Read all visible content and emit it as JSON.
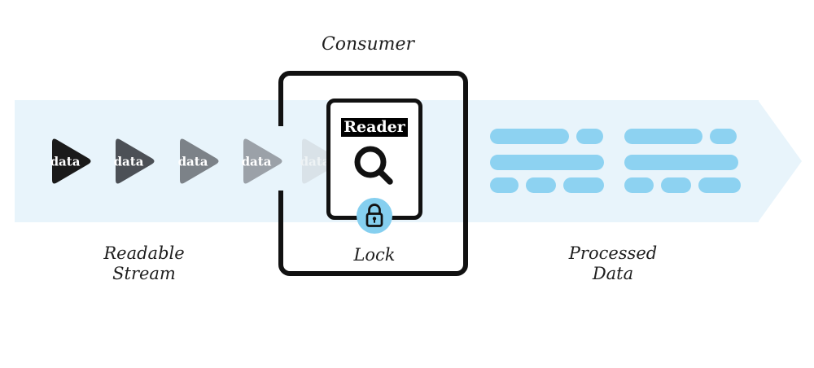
{
  "colors": {
    "band": "#e8f4fb",
    "pill": "#8dd2f1",
    "badge": "#85cfef",
    "ink": "#111111"
  },
  "labels": {
    "consumer": "Consumer",
    "readable_stream": [
      "Readable",
      "Stream"
    ],
    "lock": "Lock",
    "processed_data": [
      "Processed",
      "Data"
    ],
    "reader": "Reader"
  },
  "stream": {
    "items": [
      {
        "label": "data",
        "color": "#1a1a1a",
        "text_color": "#ffffff"
      },
      {
        "label": "data",
        "color": "#4c5056",
        "text_color": "#ffffff"
      },
      {
        "label": "data",
        "color": "#7c8288",
        "text_color": "#ffffff"
      },
      {
        "label": "data",
        "color": "#9ba1a8",
        "text_color": "#ffffff"
      },
      {
        "label": "data",
        "color": "#d9e2e8",
        "text_color": "#eef3f5"
      }
    ]
  },
  "processed": {
    "groups": [
      {
        "rows": [
          [
            97,
            33
          ],
          [
            140
          ],
          [
            35,
            37,
            50
          ]
        ]
      },
      {
        "rows": [
          [
            96,
            33
          ],
          [
            140
          ],
          [
            36,
            37,
            52
          ]
        ]
      }
    ]
  }
}
